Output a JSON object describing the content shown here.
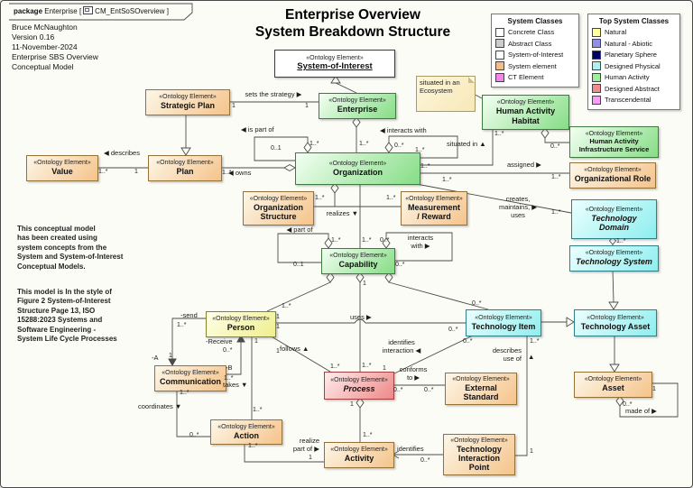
{
  "header": {
    "keyword": "package",
    "context": "Enterprise [",
    "diagram": "CM_EntSoSOverview ]"
  },
  "info_lines": [
    "Bruce McNaughton",
    "Version 0.16",
    "11-November-2024",
    "Enterprise SBS Overview",
    "Conceptual Model"
  ],
  "title": {
    "line1": "Enterprise Overview",
    "line2": "System Breakdown Structure"
  },
  "stereotype": "«Ontology Element»",
  "notes": {
    "ecosystem": "situated in an\nEcosystem",
    "note1": "This conceptual model\nhas been created using\nsystem concepts from the\nSystem and System-of-Interest\nConceptual Models.",
    "note2": "This model is In the style of\nFigure 2 System-of-Interest\nStructure Page 13, ISO\n15288:2023 Systems and\nSoftware Engineering -\nSystem Life Cycle Processes"
  },
  "legends": {
    "system_classes": {
      "title": "System Classes",
      "items": [
        {
          "label": "Concrete Class",
          "color": "#FFFFFF"
        },
        {
          "label": "Abstract Class",
          "color": "#CCCCCC"
        },
        {
          "label": "System-of-Interest",
          "color": "#FFFFFF"
        },
        {
          "label": "System element",
          "color": "#F2BE85"
        },
        {
          "label": "CT Element",
          "color": "#EE86EE"
        }
      ]
    },
    "top_system_classes": {
      "title": "Top System Classes",
      "items": [
        {
          "label": "Natural",
          "color": "#FFFF9C"
        },
        {
          "label": "Natural - Abiotic",
          "color": "#8F8FE8"
        },
        {
          "label": "Planetary Sphere",
          "color": "#000066"
        },
        {
          "label": "Designed Physical",
          "color": "#AEF2EE"
        },
        {
          "label": "Human Activity",
          "color": "#A0EE9C"
        },
        {
          "label": "Designed Abstract",
          "color": "#EE8E8E"
        },
        {
          "label": "Transcendental",
          "color": "#F79CF7"
        }
      ]
    }
  },
  "nodes": {
    "soi": {
      "name": "System-of-Interest"
    },
    "enterprise": {
      "name": "Enterprise"
    },
    "strategic_plan": {
      "name": "Strategic Plan"
    },
    "value": {
      "name": "Value"
    },
    "plan": {
      "name": "Plan"
    },
    "organization": {
      "name": "Organization"
    },
    "habitat": {
      "name": "Human Activity\nHabitat"
    },
    "hais": {
      "name": "Human Activity\nInfrastructure Service"
    },
    "org_role": {
      "name": "Organizational Role"
    },
    "tech_domain": {
      "name": "Technology\nDomain"
    },
    "tech_system": {
      "name": "Technology System"
    },
    "org_structure": {
      "name": "Organization\nStructure"
    },
    "meas_reward": {
      "name": "Measurement\n/ Reward"
    },
    "capability": {
      "name": "Capability"
    },
    "person": {
      "name": "Person"
    },
    "communication": {
      "name": "Communication"
    },
    "action": {
      "name": "Action"
    },
    "process": {
      "name": "Process"
    },
    "ext_standard": {
      "name": "External\nStandard"
    },
    "activity": {
      "name": "Activity"
    },
    "tip": {
      "name": "Technology\nInteraction\nPoint"
    },
    "tech_item": {
      "name": "Technology Item"
    },
    "tech_asset": {
      "name": "Technology Asset"
    },
    "asset": {
      "name": "Asset"
    }
  },
  "labels": {
    "sets_strategy": "sets the strategy ▶",
    "describes": "◀ describes",
    "is_part_of": "◀ is part of",
    "interacts_org": "◀ interacts with",
    "owns": "◀ owns",
    "situated_in": "situated in ▲",
    "assigned": "assigned ▶",
    "creates": "creates,\nmaintains, ▶\nuses",
    "realizes": "realizes ▼",
    "part_of": "◀ part of",
    "interacts_cap": "interacts\nwith ▶",
    "uses": "uses ▶",
    "identifies_interaction": "identifies\ninteraction ◀",
    "follows": "follows ▲",
    "send": "-send",
    "role_a": "-A",
    "receive": "-Receive",
    "role_b": "-B",
    "takes": "takes ▼",
    "coordinates": "coordinates ▼",
    "conforms": "conforms\nto ▶",
    "realize_part_of": "realize\npart of ▶",
    "identifies": "identifies",
    "describes_use": "describes\nuse of",
    "tri_up": "▲",
    "made_of": "made of ▶"
  },
  "mults": {
    "one": "1",
    "many": "1..*",
    "zeroMany": "0..*",
    "zeroOne": "0..1"
  }
}
